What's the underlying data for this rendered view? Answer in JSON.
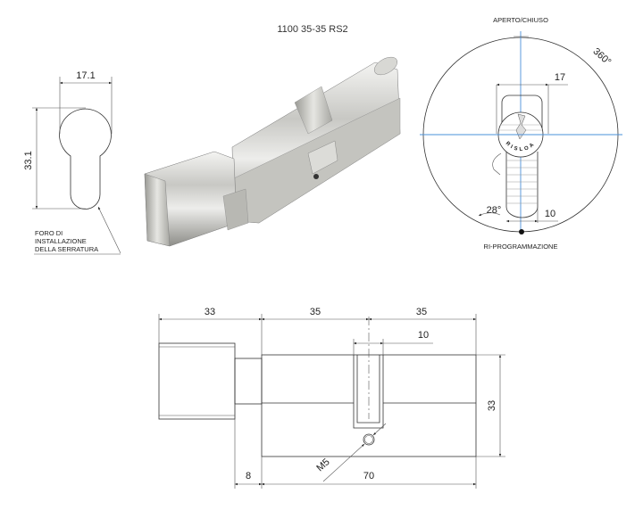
{
  "title": "1100 35-35 RS2",
  "keyhole_view": {
    "width_label": "17.1",
    "height_label": "33.1",
    "note_lines": [
      "FORO DI",
      "INSTALLAZIONE",
      "DELLA SERRATURA"
    ]
  },
  "rotation_view": {
    "top_label": "APERTO/CHIUSO",
    "bottom_label": "RI-PROGRAMMAZIONE",
    "angle_full": "360°",
    "angle_small": "28°",
    "width_label": "17",
    "blade_label": "10",
    "keyway_logo_text": "RISLOA"
  },
  "side_view": {
    "knob_length": "33",
    "left_length": "35",
    "right_length": "35",
    "cam_width": "10",
    "height": "33",
    "neck_length": "8",
    "body_length": "70",
    "screw_label": "M5"
  },
  "colors": {
    "accent_line": "#4a90d9"
  }
}
